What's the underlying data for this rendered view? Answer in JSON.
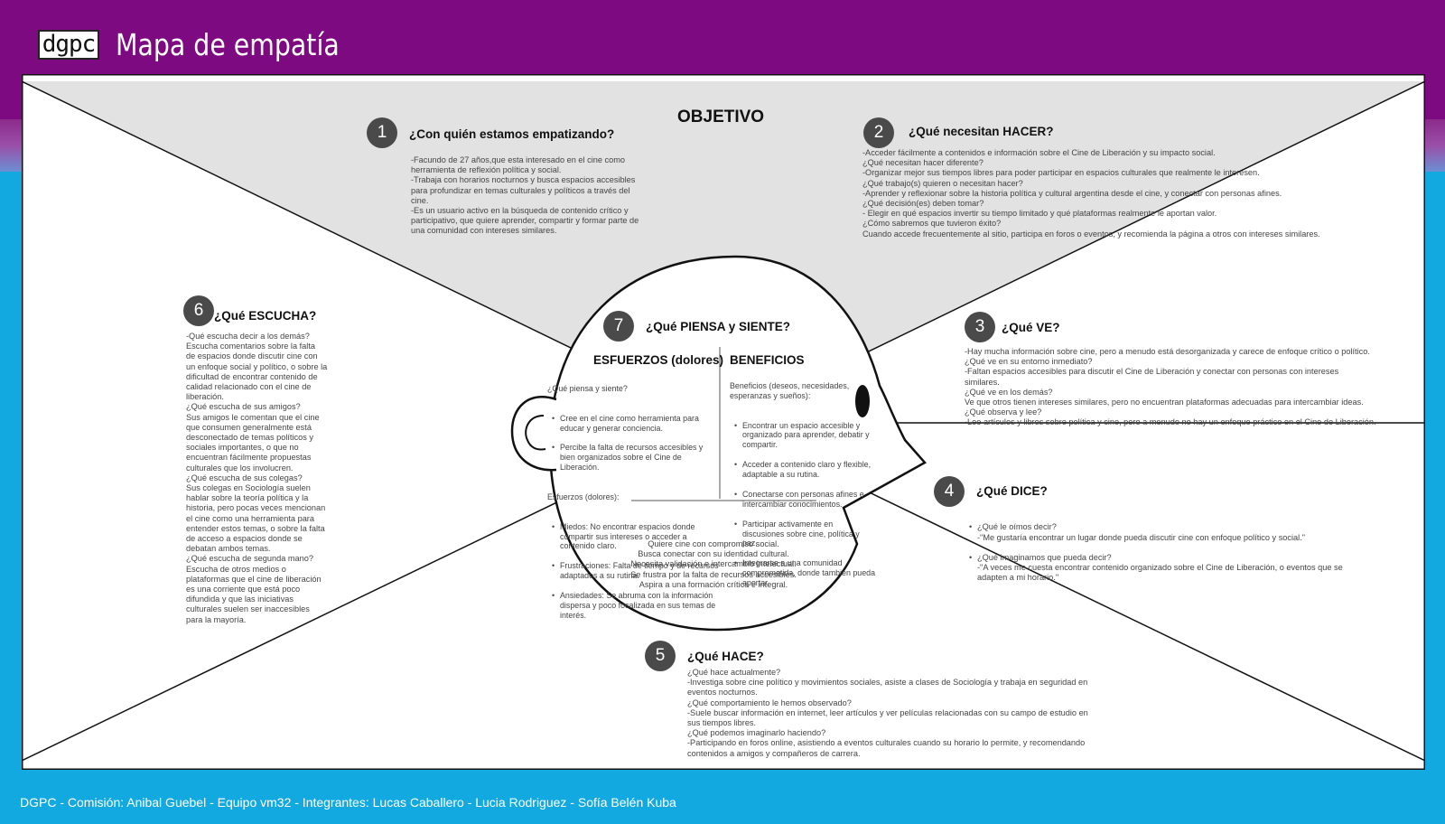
{
  "header": {
    "logo_text": "dgpc",
    "title": "Mapa de empatía"
  },
  "objective": "OBJETIVO",
  "sections": {
    "s1": {
      "number": "1",
      "heading": "¿Con quién estamos empatizando?",
      "text": "-Facundo de 27 años,que esta interesado en el cine como\nherramienta de reflexión política y social.\n-Trabaja con horarios nocturnos y busca espacios accesibles\npara profundizar en temas culturales y políticos a través del\ncine.\n-Es un usuario activo en la búsqueda de contenido crítico y\nparticipativo, que quiere aprender, compartir y formar parte de\nuna comunidad con intereses similares."
    },
    "s2": {
      "number": "2",
      "heading": "¿Qué necesitan HACER?",
      "text": " -Acceder fácilmente a contenidos e información sobre el Cine de Liberación y su impacto social.\n¿Qué necesitan hacer diferente?\n -Organizar mejor sus tiempos libres para poder participar en espacios culturales que realmente le interesen.\n¿Qué trabajo(s) quieren o necesitan hacer?\n -Aprender y reflexionar sobre la historia política y cultural argentina desde el cine, y conectar con personas afines.\n¿Qué decisión(es) deben tomar?\n - Elegir en qué espacios invertir su tiempo limitado y qué plataformas realmente le aportan valor.\n¿Cómo sabremos que tuvieron éxito?\n Cuando accede frecuentemente al sitio, participa en foros o eventos, y recomienda la página a otros con intereses similares."
    },
    "s3": {
      "number": "3",
      "heading": "¿Qué VE?",
      "text": " -Hay mucha información sobre cine, pero a menudo está desorganizada y carece de enfoque crítico o político.\n¿Qué ve en su entorno inmediato?\n -Faltan espacios accesibles para discutir el Cine de Liberación y conectar con personas con intereses\nsimilares.\n¿Qué ve en los demás?\n Ve que otros tienen intereses similares, pero no encuentran plataformas adecuadas para intercambiar ideas.\n¿Qué observa y lee?\n -Lee artículos y libros sobre política y cine, pero a menudo no hay un enfoque práctico en el Cine de Liberación."
    },
    "s4": {
      "number": "4",
      "heading": "¿Qué DICE?",
      "items": [
        "¿Qué le oímos decir?\n -\"Me gustaría encontrar un lugar donde pueda discutir cine con enfoque político y social.\"",
        "¿Qué imaginamos que pueda decir?\n -\"A veces me cuesta encontrar contenido organizado sobre el Cine de Liberación, o eventos que se\nadapten a mi horario.\""
      ]
    },
    "s5": {
      "number": "5",
      "heading": "¿Qué HACE?",
      "text": "¿Qué hace actualmente?\n -Investiga sobre cine político y movimientos sociales, asiste a clases de Sociología y trabaja en seguridad en\neventos nocturnos.\n¿Qué comportamiento le hemos observado?\n -Suele buscar información en internet, leer artículos y ver películas relacionadas con su campo de estudio en\nsus tiempos libres.\n¿Qué podemos imaginarlo haciendo?\n -Participando en foros online, asistiendo a eventos culturales cuando su horario lo permite, y recomendando\ncontenidos a amigos y compañeros de carrera."
    },
    "s6": {
      "number": "6",
      "heading": "¿Qué ESCUCHA?",
      "text": "-Qué escucha decir a los demás?\n Escucha comentarios sobre la falta\nde espacios donde discutir cine con\nun enfoque social y político, o sobre la\ndificultad de encontrar contenido de\ncalidad relacionado con el cine de\nliberación.\n¿Qué escucha de sus amigos?\n Sus amigos le comentan que el cine\nque consumen generalmente está\ndesconectado de temas políticos y\nsociales importantes, o que no\nencuentran fácilmente propuestas\nculturales que los involucren.\n¿Qué escucha de sus colegas?\n Sus colegas en Sociología suelen\nhablar sobre la teoría política y la\nhistoria, pero pocas veces mencionan\nel cine como una herramienta para\nentender estos temas, o sobre la falta\nde acceso a espacios donde se\ndebatan ambos temas.\n¿Qué escucha de segunda mano?\n Escucha de otros medios o\nplataformas que el cine de liberación\nes una corriente que está poco\ndifundida y que las iniciativas\nculturales suelen ser inaccesibles\npara la mayoría."
    },
    "s7": {
      "number": "7",
      "heading": "¿Qué PIENSA y SIENTE?",
      "efforts_title": "ESFUERZOS (dolores)",
      "efforts_q1": "¿Qué piensa y siente?",
      "efforts_list1": [
        "Cree en el cine como herramienta para\neducar y generar conciencia.",
        "Percibe la falta de recursos accesibles y\nbien organizados sobre el Cine de\nLiberación."
      ],
      "efforts_q2": "Esfuerzos (dolores):",
      "efforts_list2": [
        "Miedos: No encontrar espacios donde\ncompartir sus intereses o acceder a\ncontenido claro.",
        "Frustraciones: Falta de tiempo y de recursos\nadaptados a su rutina.",
        "Ansiedades: Se abruma con la información\ndispersa y poco focalizada en sus temas de\ninterés."
      ],
      "benefits_title": "BENEFICIOS",
      "benefits_intro": "Beneficios (deseos, necesidades,\nesperanzas y sueños):",
      "benefits_list": [
        "Encontrar un espacio accesible y\norganizado para aprender, debatir y\ncompartir.",
        "Acceder a contenido claro y flexible,\nadaptable a su rutina.",
        "Conectarse con personas afines e\nintercambiar conocimientos.",
        "Participar activamente en\ndiscusiones sobre cine, política y\npaz.",
        "Integrarse a una comunidad\ncomprometida, donde también pueda\naportar."
      ],
      "summary": "Quiere cine con compromiso social.\nBusca conectar con su identidad cultural.\nNecesita validación e intercambio intelectual.\nSe frustra por la falta de recursos accesibles.\nAspira a una formación crítica e integral."
    }
  },
  "footer": "DGPC - Comisión: Anibal Guebel - Equipo vm32 - Integrantes: Lucas Caballero - Lucia Rodriguez - Sofía Belén Kuba",
  "colors": {
    "purple": "#7d0a80",
    "blue": "#12a9e0",
    "grey_region": "#e2e2e2",
    "badge": "#4a4a4a"
  }
}
